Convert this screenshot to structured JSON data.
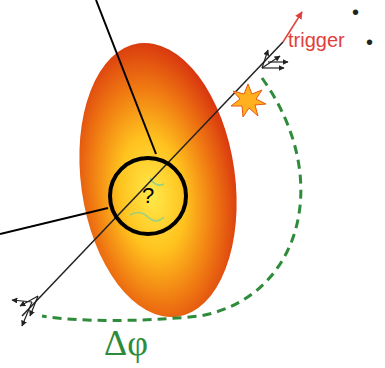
{
  "diagram": {
    "nodes": [
      {
        "text": [
          "?"
        ]
      }
    ],
    "labels": [
      "trigger",
      "•",
      "•",
      "Δφ"
    ]
  }
}
